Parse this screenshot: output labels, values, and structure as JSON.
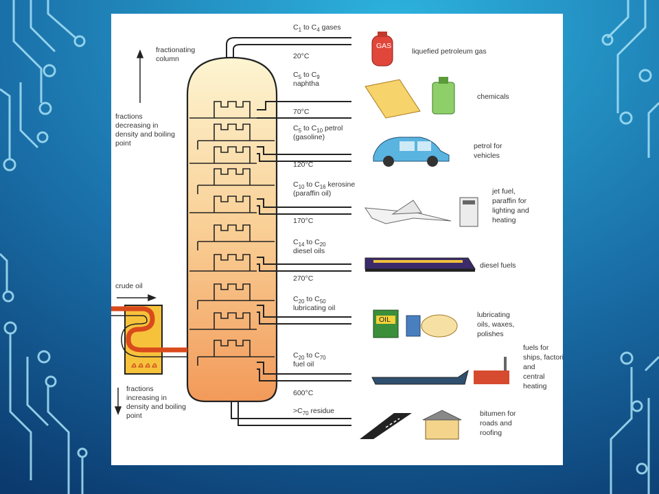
{
  "colors": {
    "background_dark": "#0c3e74",
    "background_light": "#29a8d6",
    "circuit": "#a8e2f7",
    "column_top": "#fdf3cf",
    "column_bottom": "#f2a060",
    "pipe": "#222222",
    "heater_fill": "#f7c23b",
    "heater_coil": "#d94a1c"
  },
  "diagram": {
    "column_label": "fractionating column",
    "arrow_up_label": "fractions decreasing in density and boiling point",
    "arrow_down_label": "fractions increasing in density and boiling point",
    "crude_oil_label": "crude oil",
    "fractions": [
      {
        "carbon": "C1 to C4 gases",
        "c1": "1",
        "c2": "4",
        "name": "gases",
        "temp": "20°C",
        "use": "liquefied petroleum gas",
        "icon": "gas-cylinder-icon"
      },
      {
        "carbon": "C5 to C9 naphtha",
        "c1": "5",
        "c2": "9",
        "name": "naphtha",
        "temp": "70°C",
        "use": "chemicals",
        "icon": "chemical-bottle-icon"
      },
      {
        "carbon": "C5 to C10 petrol (gasoline)",
        "c1": "5",
        "c2": "10",
        "name": "petrol",
        "name2": "(gasoline)",
        "temp": "120°C",
        "use": "petrol for vehicles",
        "icon": "car-icon"
      },
      {
        "carbon": "C10 to C16 kerosine (paraffin oil)",
        "c1": "10",
        "c2": "16",
        "name": "kerosine",
        "name2": "(paraffin oil)",
        "temp": "170°C",
        "use": "jet fuel, paraffin for lighting and heating",
        "icon": "jet-plane-icon"
      },
      {
        "carbon": "C14 to C20 diesel oils",
        "c1": "14",
        "c2": "20",
        "name": "diesel oils",
        "temp": "270°C",
        "use": "diesel fuels",
        "icon": "train-icon"
      },
      {
        "carbon": "C20 to C50 lubricating oil",
        "c1": "20",
        "c2": "50",
        "name": "lubricating oil",
        "temp": "",
        "use": "lubricating oils, waxes, polishes",
        "icon": "oil-can-icon"
      },
      {
        "carbon": "C20 to C70 fuel oil",
        "c1": "20",
        "c2": "70",
        "name": "fuel oil",
        "temp": "600°C",
        "use": "fuels for ships, factories and central heating",
        "icon": "ship-icon"
      },
      {
        "carbon": ">C70 residue",
        "c1": "70",
        "name": "residue",
        "temp": "",
        "use": "bitumen for roads and roofing",
        "icon": "road-icon"
      }
    ],
    "cylinder_label": "GAS",
    "oil_label": "OIL"
  }
}
